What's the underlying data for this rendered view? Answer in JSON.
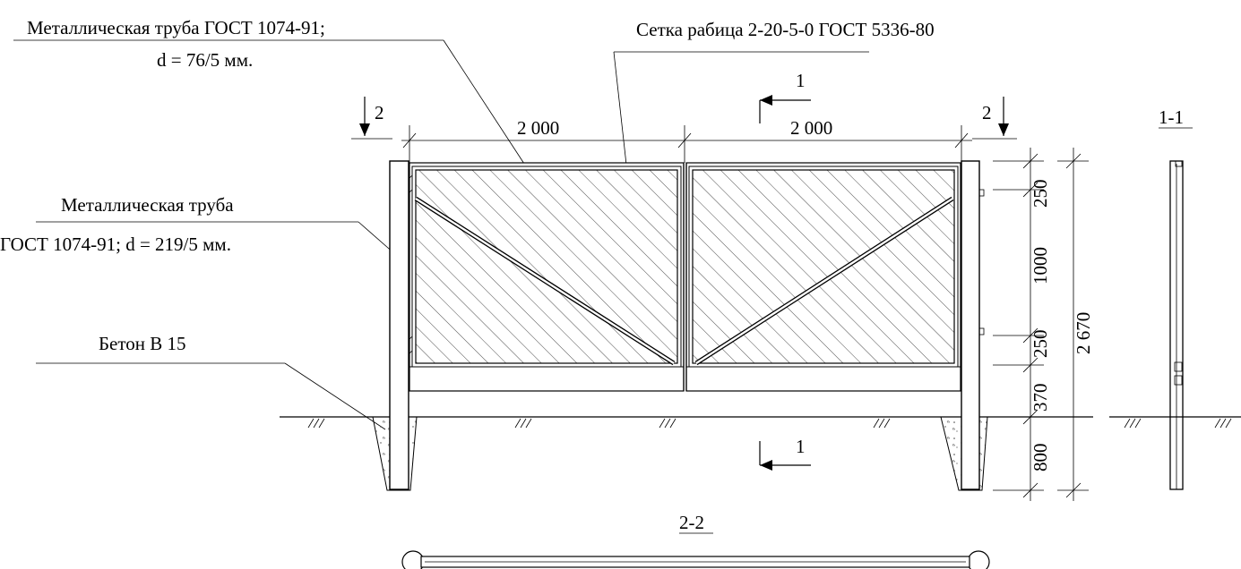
{
  "labels": {
    "pipe_small_line1": "Металлическая труба ГОСТ 1074-91;",
    "pipe_small_line2": "d = 76/5 мм.",
    "mesh": "Сетка рабица 2-20-5-0 ГОСТ 5336-80",
    "pipe_big_line1": "Металлическая труба",
    "pipe_big_line2": "ГОСТ 1074-91; d = 219/5 мм.",
    "concrete": "Бетон В 15"
  },
  "dimensions": {
    "leaf_left": "2 000",
    "leaf_right": "2 000",
    "top_frame": "250",
    "mesh_height": "1000",
    "bottom_frame": "250",
    "gap_to_ground": "370",
    "foundation": "800",
    "total_height": "2 670"
  },
  "section_marks": {
    "cut1_top": "1",
    "cut1_bottom": "1",
    "cut2_left": "2",
    "cut2_right": "2",
    "section_1_1_title": "1-1",
    "section_2_2_title": "2-2"
  }
}
